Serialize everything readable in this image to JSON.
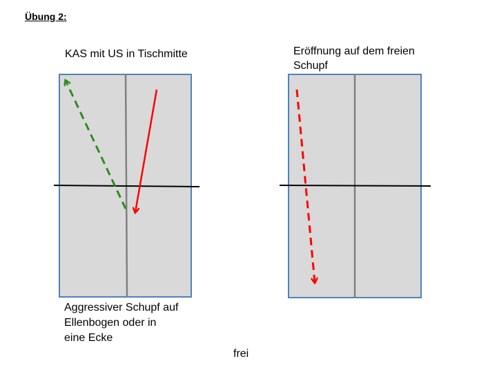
{
  "heading": "Übung 2:",
  "left_diagram": {
    "top_label": "KAS mit US in Tischmitte",
    "bottom_label_lines": [
      "Aggressiver Schupf auf",
      "Ellenbogen oder in",
      "eine Ecke"
    ]
  },
  "right_diagram": {
    "top_label_lines": [
      "Eröffnung auf dem freien",
      "Schupf"
    ]
  },
  "footer_label": "frei",
  "colors": {
    "table_fill": "#d9d9d9",
    "table_border": "#4f81bd",
    "center_line": "#808080",
    "net_line": "#000000",
    "arrow_red": "#ff0000",
    "arrow_green": "#2e8b1e"
  },
  "legend_semantics": {
    "solid_arrow": "red solid arrow",
    "dashed_arrow": "dashed arrow"
  }
}
